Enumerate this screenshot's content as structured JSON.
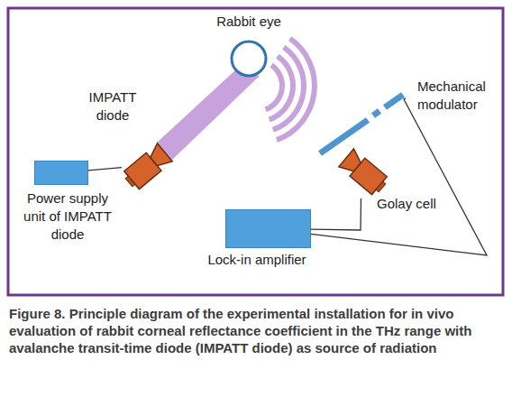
{
  "diagram": {
    "caption": "Figure 8. Principle diagram of the experimental installation for in vivo evaluation of rabbit corneal reflectance coefficient in the THz range with avalanche transit-time diode (IMPATT diode) as source of radiation",
    "nodes": [
      {
        "text": [
          "Rabbit eye"
        ]
      },
      {
        "text": [
          "IMPATT diode"
        ]
      },
      {
        "text": [
          "Mechanical modulator"
        ]
      },
      {
        "text": [
          "Power supply unit of IMPATT diode"
        ]
      },
      {
        "text": [
          "Golay cell"
        ]
      },
      {
        "text": [
          "Lock-in amplifier"
        ]
      }
    ],
    "edges": [
      {
        "from": 3,
        "to": 1,
        "arrow": "none"
      },
      {
        "from": 4,
        "to": 5,
        "arrow": "none"
      },
      {
        "from": 2,
        "to": 5,
        "arrow": "none"
      }
    ]
  }
}
